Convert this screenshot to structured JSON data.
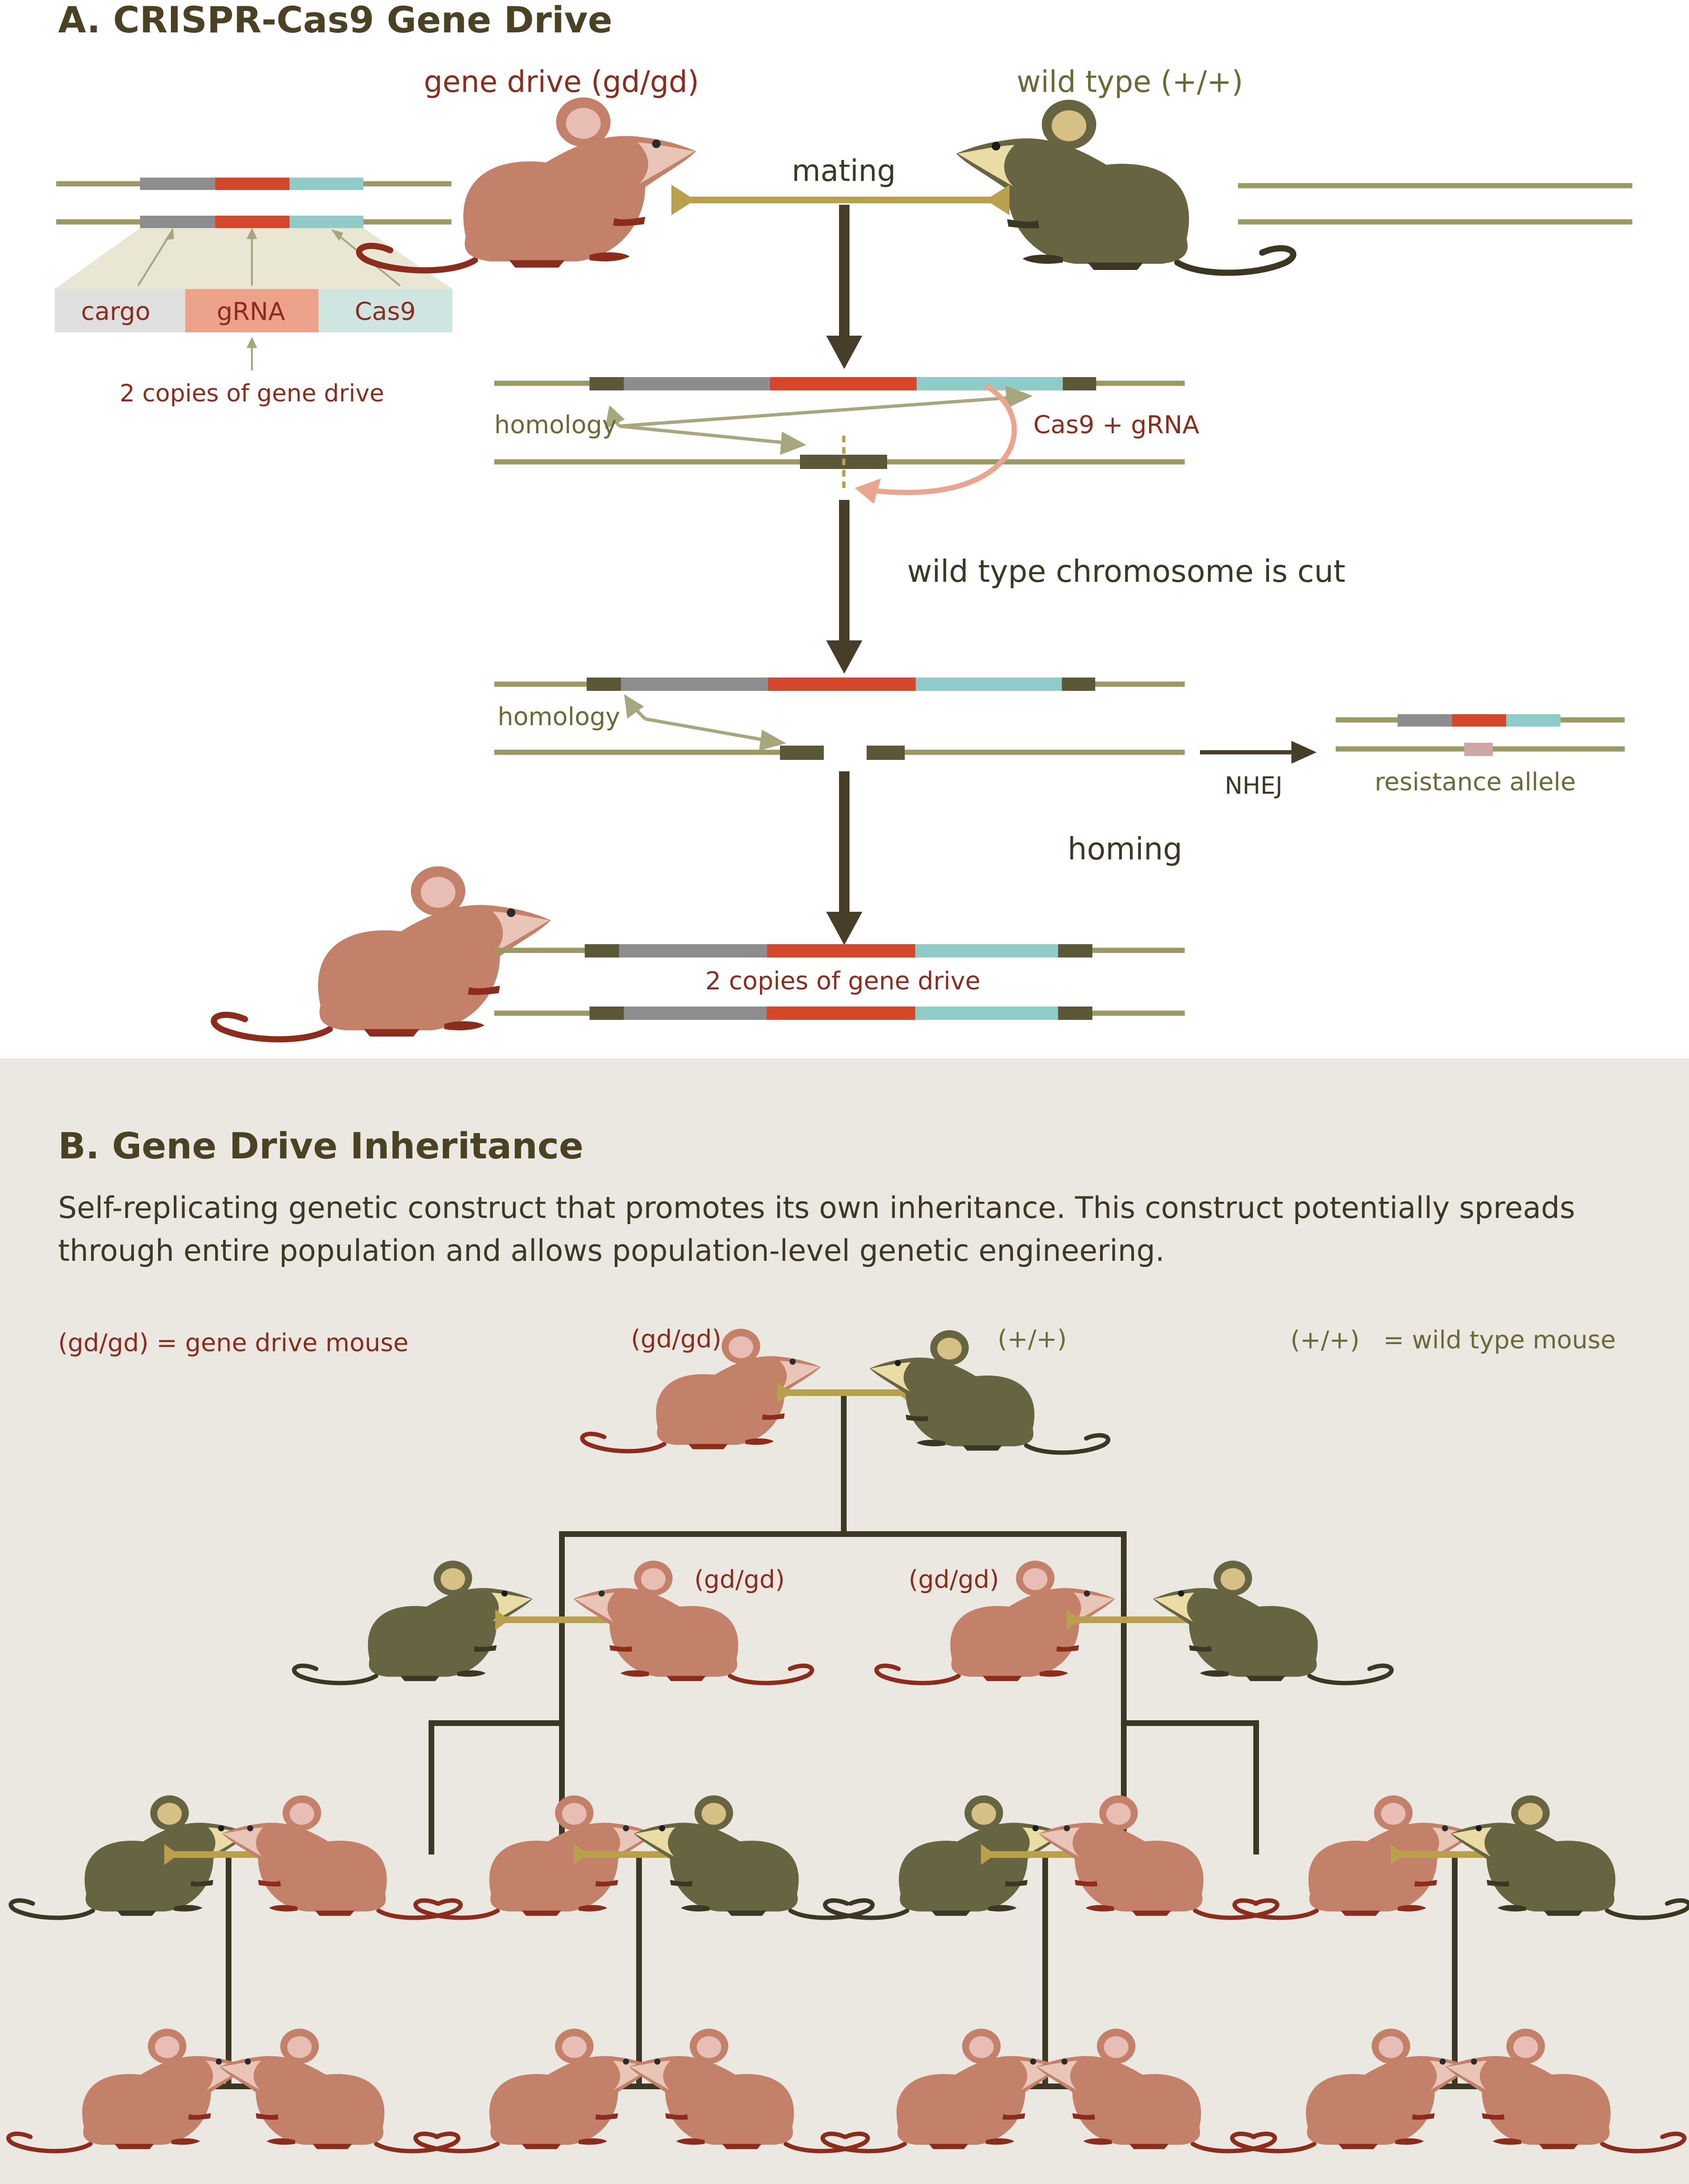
{
  "colors": {
    "chromosome": "#9a9a62",
    "cargo": "#8d8d8f",
    "grna": "#d4472b",
    "cas9": "#8fcbc7",
    "homology_block": "#5b5838",
    "gd_mouse": "#c4816a",
    "wt_mouse": "#676442",
    "mating_bar": "#b9a04c",
    "arrow": "#463e28",
    "cas9_arrow": "#eba58e",
    "homology_arrow": "#a8a67e",
    "panel_b_bg": "#ebe8e2",
    "gd_text": "#8c2c1c",
    "wt_text": "#6b6a36"
  },
  "panel_a": {
    "title": "A. CRISPR-Cas9 Gene Drive",
    "gd_label": "gene drive (gd/gd)",
    "wt_label": "wild type (+/+)",
    "mating": "mating",
    "legend": {
      "cargo": "cargo",
      "grna": "gRNA",
      "cas9": "Cas9"
    },
    "two_copies_top": "2 copies of gene drive",
    "homology_1": "homology",
    "cas9_grna": "Cas9 + gRNA",
    "cut_caption": "wild type chromosome is cut",
    "homology_2": "homology",
    "nhej": "NHEJ",
    "resistance": "resistance allele",
    "homing": "homing",
    "two_copies_bottom": "2 copies of gene drive"
  },
  "panel_b": {
    "title": "B. Gene Drive Inheritance",
    "description_line1": "Self-replicating genetic construct that promotes its own inheritance. This construct potentially spreads",
    "description_line2": "through entire population and allows population-level genetic engineering.",
    "legend_gd": "(gd/gd) = gene drive mouse",
    "legend_wt_sym": "(+/+)",
    "legend_wt_text": "= wild type mouse",
    "gen0_gd": "(gd/gd)",
    "gen0_wt": "(+/+)",
    "gen1_left": "(gd/gd)",
    "gen1_right": "(gd/gd)"
  }
}
